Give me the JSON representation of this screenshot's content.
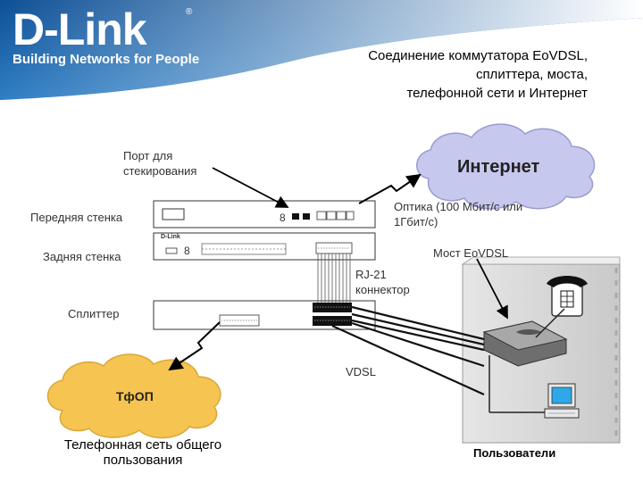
{
  "header": {
    "logo_text": "D-Link",
    "tagline": "Building Networks for People",
    "registered_mark": "®"
  },
  "title_lines": [
    "Соединение коммутатора EoVDSL,",
    "сплиттера, моста,",
    "телефонной сети и Интернет"
  ],
  "labels": {
    "stacking_port": [
      "Порт для",
      "стекирования"
    ],
    "front_panel": "Передняя стенка",
    "back_panel": "Задняя стенка",
    "splitter": "Сплиттер",
    "optics": [
      "Оптика (100 Мбит/с или",
      "1Гбит/с)"
    ],
    "bridge": "Мост EoVDSL",
    "rj21": [
      "RJ-21",
      "коннектор"
    ],
    "vdsl": "VDSL",
    "pstn_full": [
      "Телефонная сеть общего",
      "пользования"
    ],
    "users": "Пользователи",
    "device_brand": "D-Link"
  },
  "clouds": {
    "internet": "Интернет",
    "pstn": "ТфОП"
  },
  "colors": {
    "header_blue": "#1a5fa6",
    "internet_cloud": "#c7c8ee",
    "pstn_cloud": "#f5c451",
    "building": "#dcdcdc"
  }
}
